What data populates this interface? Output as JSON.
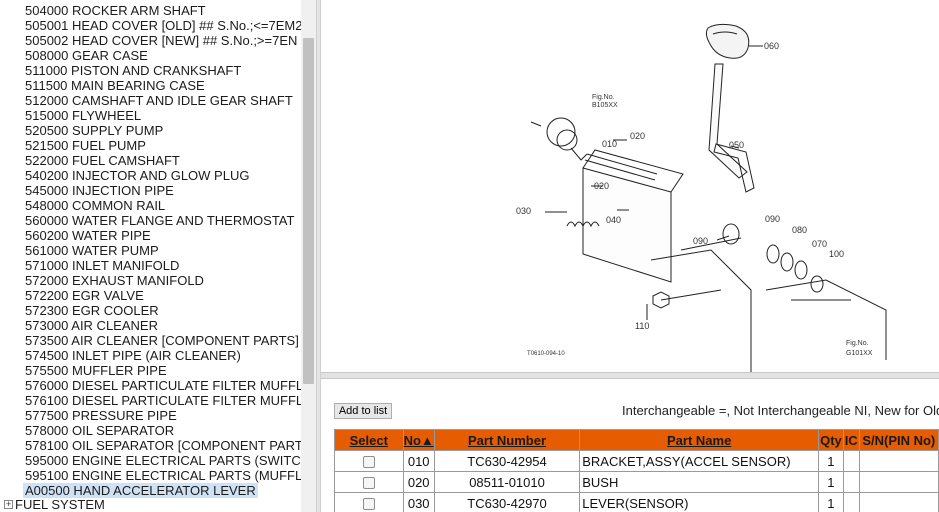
{
  "tree": {
    "items": [
      {
        "label": "504000 ROCKER ARM SHAFT"
      },
      {
        "label": "505001 HEAD COVER [OLD] ## S.No.;<=7EM2"
      },
      {
        "label": "505002 HEAD COVER [NEW] ## S.No.;>=7EN"
      },
      {
        "label": "508000 GEAR CASE"
      },
      {
        "label": "511000 PISTON AND CRANKSHAFT"
      },
      {
        "label": "511500 MAIN BEARING CASE"
      },
      {
        "label": "512000 CAMSHAFT AND IDLE GEAR SHAFT"
      },
      {
        "label": "515000 FLYWHEEL"
      },
      {
        "label": "520500 SUPPLY PUMP"
      },
      {
        "label": "521500 FUEL PUMP"
      },
      {
        "label": "522000 FUEL CAMSHAFT"
      },
      {
        "label": "540200 INJECTOR AND GLOW PLUG"
      },
      {
        "label": "545000 INJECTION PIPE"
      },
      {
        "label": "548000 COMMON RAIL"
      },
      {
        "label": "560000 WATER FLANGE AND THERMOSTAT"
      },
      {
        "label": "560200 WATER PIPE"
      },
      {
        "label": "561000 WATER PUMP"
      },
      {
        "label": "571000 INLET MANIFOLD"
      },
      {
        "label": "572000 EXHAUST MANIFOLD"
      },
      {
        "label": "572200 EGR VALVE"
      },
      {
        "label": "572300 EGR COOLER"
      },
      {
        "label": "573000 AIR CLEANER"
      },
      {
        "label": "573500 AIR CLEANER [COMPONENT PARTS]"
      },
      {
        "label": "574500 INLET PIPE (AIR CLEANER)"
      },
      {
        "label": "575500 MUFFLER PIPE"
      },
      {
        "label": "576000 DIESEL PARTICULATE FILTER MUFFL"
      },
      {
        "label": "576100 DIESEL PARTICULATE FILTER MUFFL"
      },
      {
        "label": "577500 PRESSURE PIPE"
      },
      {
        "label": "578000 OIL SEPARATOR"
      },
      {
        "label": "578100 OIL SEPARATOR [COMPONENT PART"
      },
      {
        "label": "595000 ENGINE ELECTRICAL PARTS (SWITC"
      },
      {
        "label": "595100 ENGINE ELECTRICAL PARTS (MUFFL"
      },
      {
        "label": "A00500 HAND ACCELERATOR LEVER",
        "selected": true
      }
    ],
    "group": {
      "expander": "⊞",
      "label": "FUEL SYSTEM"
    }
  },
  "diagram": {
    "callouts": [
      "060",
      "050",
      "010",
      "020",
      "020",
      "030",
      "040",
      "090",
      "090",
      "080",
      "070",
      "100",
      "110"
    ],
    "fig_top": {
      "line1": "Fig.No.",
      "line2": "B105XX"
    },
    "fig_bottom": {
      "line1": "Fig.No.",
      "line2": "G101XX"
    },
    "drawing_code": "T0610-094-10"
  },
  "parts": {
    "add_button": "Add to list",
    "legend": "Interchangeable =, Not Interchangeable NI, New for Old",
    "columns": {
      "select": "Select",
      "no": "No▲",
      "part_number": "Part Number",
      "part_name": "Part Name",
      "qty": "Qty",
      "ic": "IC",
      "sn": "S/N(PIN No)"
    },
    "rows": [
      {
        "no": "010",
        "part_number": "TC630-42954",
        "part_name": "BRACKET,ASSY(ACCEL SENSOR)",
        "qty": "1",
        "ic": "",
        "sn": ""
      },
      {
        "no": "020",
        "part_number": "08511-01010",
        "part_name": "BUSH",
        "qty": "1",
        "ic": "",
        "sn": ""
      },
      {
        "no": "030",
        "part_number": "TC630-42970",
        "part_name": "LEVER(SENSOR)",
        "qty": "1",
        "ic": "",
        "sn": ""
      }
    ]
  },
  "colors": {
    "header_bg": "#e65c00",
    "selected_bg": "#cfe1f5"
  }
}
